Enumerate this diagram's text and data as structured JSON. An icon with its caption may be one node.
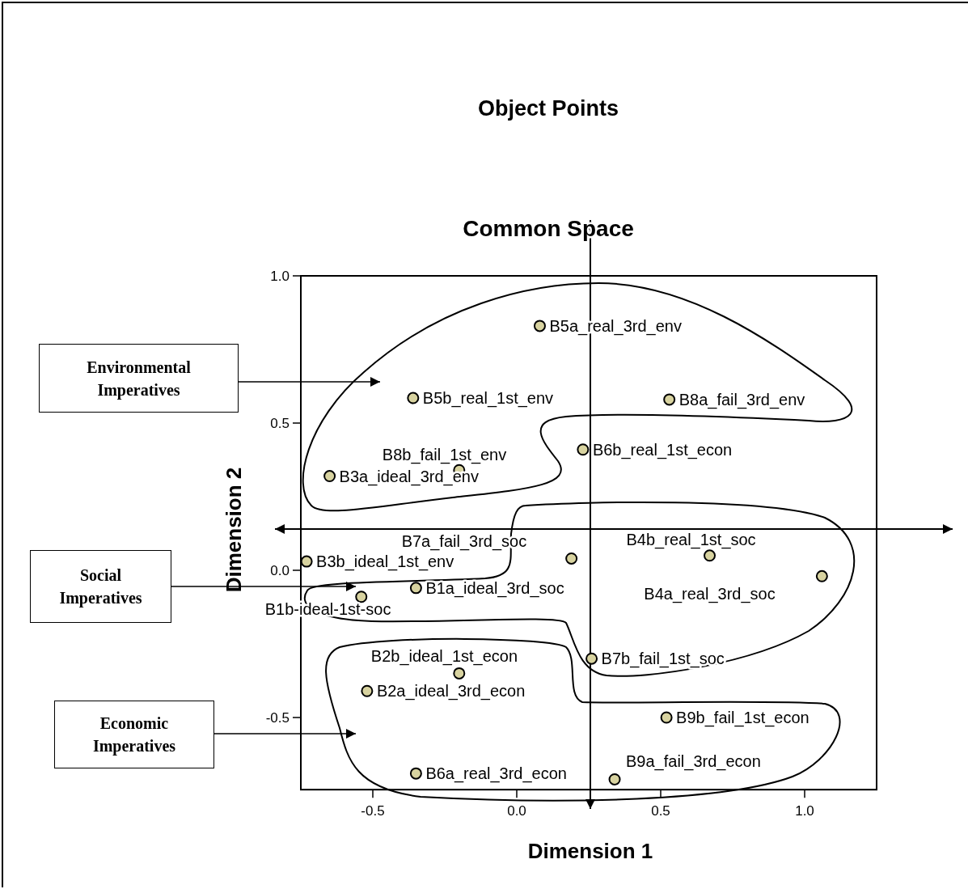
{
  "diagram": {
    "title": "Object Points",
    "nodes": [
      {
        "text": [
          "Environmental Imperatives"
        ]
      },
      {
        "text": [
          "Social Imperatives"
        ]
      },
      {
        "text": [
          "Economic Imperatives"
        ]
      },
      {
        "text": [],
        "shape": "cloud"
      },
      {
        "text": [],
        "shape": "cloud"
      },
      {
        "text": [],
        "shape": "cloud"
      }
    ],
    "edges": [
      {
        "from": 0,
        "to": 3,
        "arrow": "to"
      },
      {
        "from": 1,
        "to": 4,
        "arrow": "to"
      },
      {
        "from": 2,
        "to": 5,
        "arrow": "to"
      }
    ],
    "chart_data": {
      "type": "scatter",
      "title": "Common Space",
      "xlabel": "Dimension 1",
      "ylabel": "Dimension 2",
      "x": [
        0.08,
        -0.36,
        0.53,
        0.23,
        -0.2,
        -0.65,
        0.19,
        0.67,
        -0.73,
        1.06,
        -0.35,
        -0.54,
        0.26,
        -0.2,
        -0.52,
        0.52,
        0.34,
        -0.35
      ],
      "series": [
        {
          "color": "#d8d3a0",
          "values": [
            0.83,
            0.585,
            0.58,
            0.41,
            0.34,
            0.32,
            0.04,
            0.05,
            0.03,
            -0.02,
            -0.06,
            -0.09,
            -0.3,
            -0.35,
            -0.41,
            -0.5,
            -0.71,
            -0.69
          ]
        }
      ],
      "xlim": [
        -0.75,
        1.25
      ],
      "ylim": [
        -0.745,
        1.0
      ],
      "xticks": [
        {
          "value": -0.5,
          "label": "-0.5"
        },
        {
          "value": 0,
          "label": "0.0"
        },
        {
          "value": 0.5,
          "label": "0.5"
        },
        {
          "value": 1,
          "label": "1.0"
        }
      ],
      "yticks": [
        {
          "value": -0.5,
          "label": "-0.5"
        },
        {
          "value": 0,
          "label": "0.0"
        },
        {
          "value": 0.5,
          "label": "0.5"
        },
        {
          "value": 1,
          "label": "1.0"
        }
      ],
      "annotations": [
        {
          "text": "B5a_real_3rd_env",
          "x": 0.08,
          "y": 0.83
        },
        {
          "text": "B5b_real_1st_env",
          "x": -0.36,
          "y": 0.585
        },
        {
          "text": "B8a_fail_3rd_env",
          "x": 0.53,
          "y": 0.58
        },
        {
          "text": "B6b_real_1st_econ",
          "x": 0.23,
          "y": 0.41
        },
        {
          "text": "B8b_fail_1st_env",
          "x": -0.2,
          "y": 0.34
        },
        {
          "text": "B3a_ideal_3rd_env",
          "x": -0.65,
          "y": 0.32
        },
        {
          "text": "B7a_fail_3rd_soc",
          "x": 0.19,
          "y": 0.04
        },
        {
          "text": "B4b_real_1st_soc",
          "x": 0.67,
          "y": 0.05
        },
        {
          "text": "B3b_ideal_1st_env",
          "x": -0.73,
          "y": 0.03
        },
        {
          "text": "B4a_real_3rd_soc",
          "x": 1.06,
          "y": -0.02
        },
        {
          "text": "B1a_ideal_3rd_soc",
          "x": -0.35,
          "y": -0.06
        },
        {
          "text": "B1b-ideal-1st-soc",
          "x": -0.54,
          "y": -0.09
        },
        {
          "text": "B7b_fail_1st_soc",
          "x": 0.26,
          "y": -0.3
        },
        {
          "text": "B2b_ideal_1st_econ",
          "x": -0.2,
          "y": -0.35
        },
        {
          "text": "B2a_ideal_3rd_econ",
          "x": -0.52,
          "y": -0.41
        },
        {
          "text": "B9b_fail_1st_econ",
          "x": 0.52,
          "y": -0.5
        },
        {
          "text": "B9a_fail_3rd_econ",
          "x": 0.34,
          "y": -0.71
        },
        {
          "text": "B6a_real_3rd_econ",
          "x": -0.35,
          "y": -0.69
        }
      ]
    }
  }
}
